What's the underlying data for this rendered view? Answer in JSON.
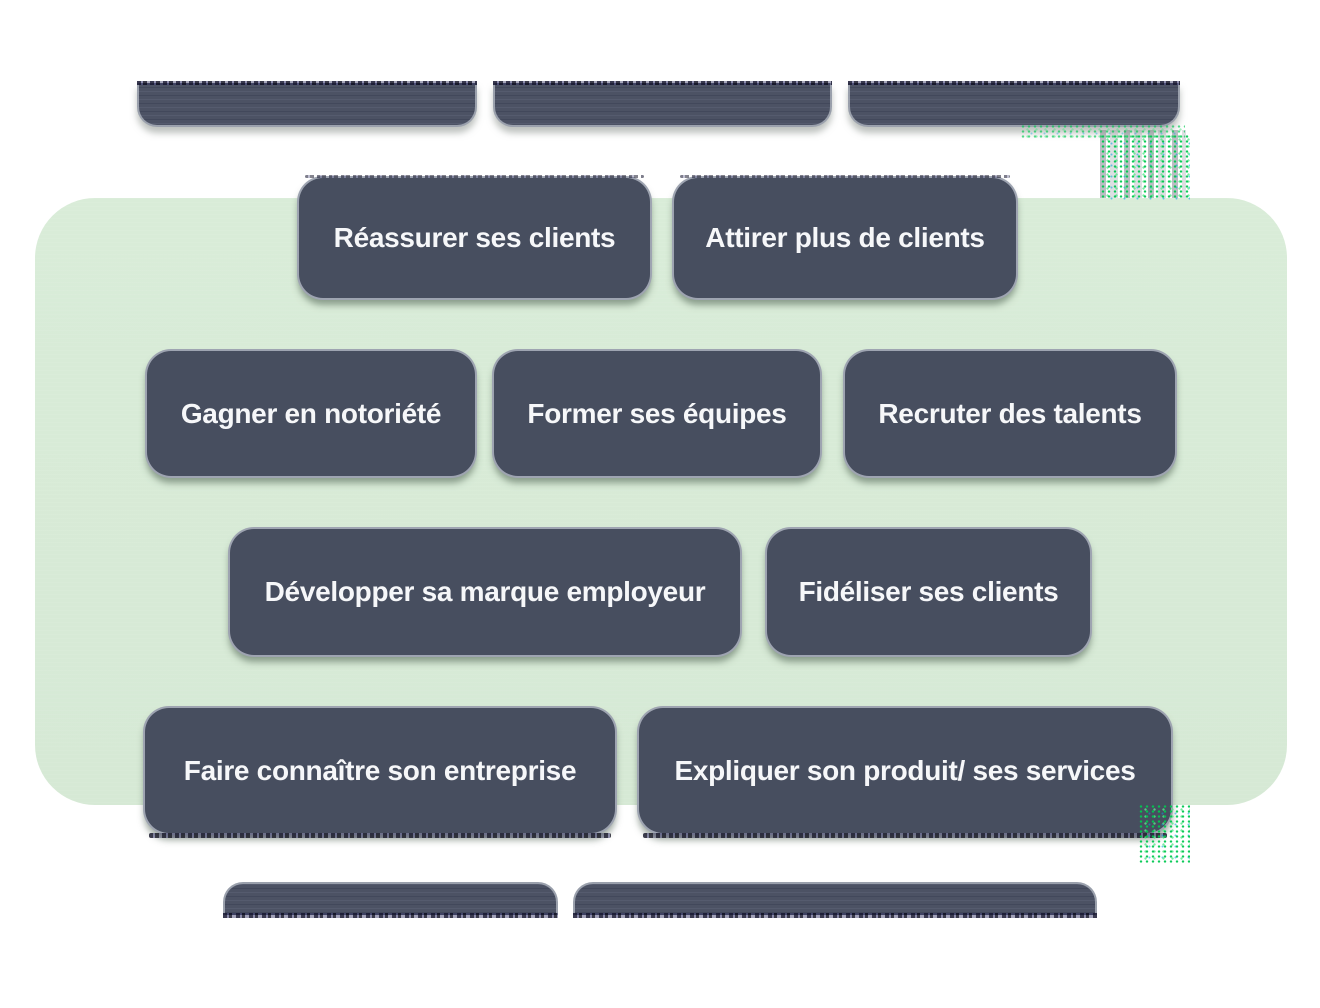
{
  "objectives": {
    "reassurer": "Réassurer ses clients",
    "attirer": "Attirer plus de clients",
    "notoriete": "Gagner en notoriété",
    "former": "Former ses équipes",
    "recruter": "Recruter des talents",
    "marque_employeur": "Développer sa marque employeur",
    "fideliser": "Fidéliser ses clients",
    "faire_connaitre": "Faire connaître son entreprise",
    "expliquer": "Expliquer son produit/ ses services"
  },
  "colors": {
    "page_bg": "#ffffff",
    "panel_bg": "#d6e9d5",
    "card_bg": "#474e5f",
    "card_border": "#aeb4bf",
    "card_text": "#f6f7f9",
    "artifact_green": "#22c55e"
  }
}
